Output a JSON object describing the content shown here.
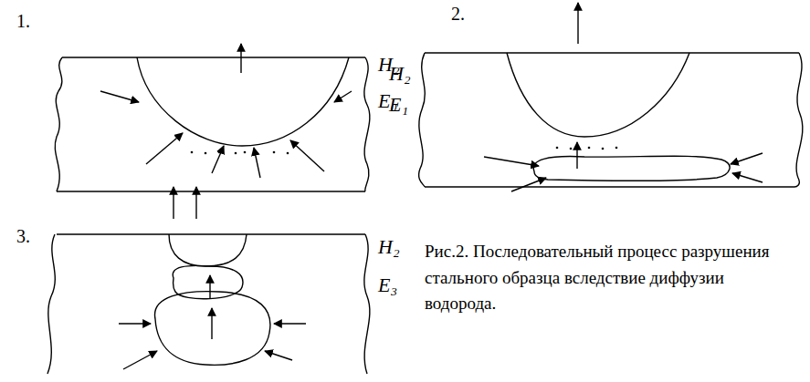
{
  "diagram": {
    "caption": "Рис.2. Последовательный процесс разрушения стального образца вследствие диффузии водорода.",
    "labels": [
      "1.",
      "H₂",
      "E₀",
      "2.",
      "H₂",
      "E₁",
      "3.",
      "H₂",
      "E₃"
    ]
  }
}
